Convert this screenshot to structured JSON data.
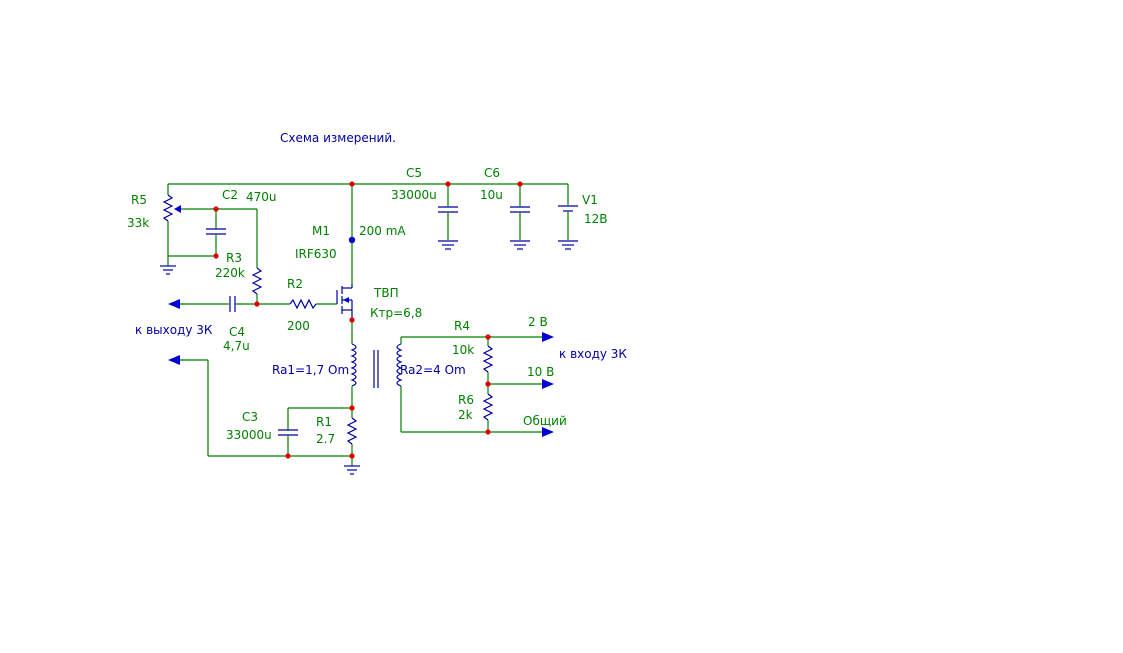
{
  "title": "Схема измерений.",
  "colors": {
    "wire": "#008000",
    "component": "#0000a0",
    "node": "#e00000",
    "label_green": "#008000",
    "label_blue": "#0000a0"
  },
  "components": {
    "R5": {
      "ref": "R5",
      "value": "33k"
    },
    "C2": {
      "ref": "C2",
      "value": "470u"
    },
    "R3": {
      "ref": "R3",
      "value": "220k"
    },
    "R2": {
      "ref": "R2",
      "value": "200"
    },
    "C4": {
      "ref": "C4",
      "value": "4,7u"
    },
    "M1": {
      "ref": "M1",
      "value": "IRF630"
    },
    "C5": {
      "ref": "C5",
      "value": "33000u"
    },
    "C6": {
      "ref": "C6",
      "value": "10u"
    },
    "V1": {
      "ref": "V1",
      "value": "12В"
    },
    "C3": {
      "ref": "C3",
      "value": "33000u"
    },
    "R1": {
      "ref": "R1",
      "value": "2.7"
    },
    "R4": {
      "ref": "R4",
      "value": "10k"
    },
    "R6": {
      "ref": "R6",
      "value": "2k"
    }
  },
  "annotations": {
    "current": "200 mA",
    "transformer_name": "ТВП",
    "transformer_ratio": "Ктр=6,8",
    "ra1": "Ra1=1,7 Om",
    "ra2": "Ra2=4 Om",
    "out_3k": "к выходу 3К",
    "in_3k": "к входу 3К",
    "tap_2v": "2 В",
    "tap_10v": "10 В",
    "common": "Общий"
  }
}
